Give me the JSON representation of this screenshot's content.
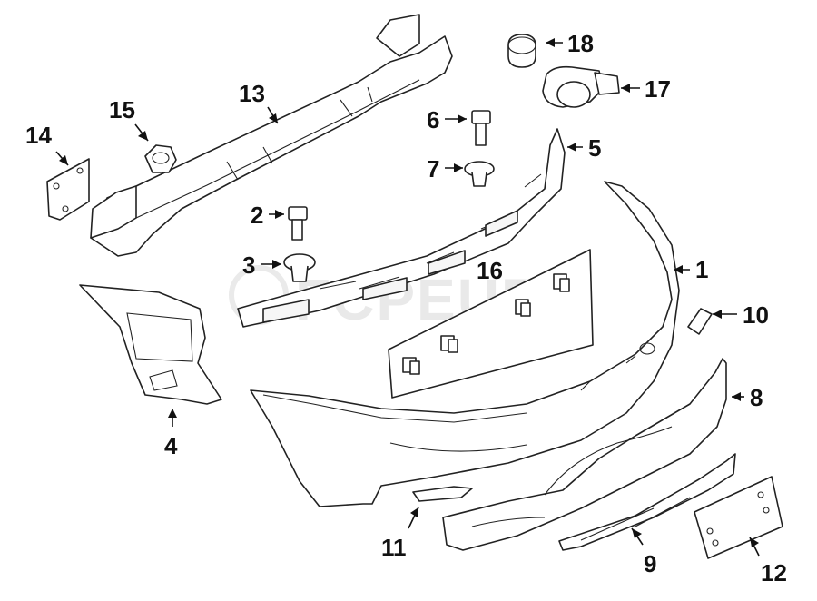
{
  "diagram": {
    "watermark": "FCPEURO",
    "callouts": [
      {
        "id": "1",
        "label": "1"
      },
      {
        "id": "2",
        "label": "2"
      },
      {
        "id": "3",
        "label": "3"
      },
      {
        "id": "4",
        "label": "4"
      },
      {
        "id": "5",
        "label": "5"
      },
      {
        "id": "6",
        "label": "6"
      },
      {
        "id": "7",
        "label": "7"
      },
      {
        "id": "8",
        "label": "8"
      },
      {
        "id": "9",
        "label": "9"
      },
      {
        "id": "10",
        "label": "10"
      },
      {
        "id": "11",
        "label": "11"
      },
      {
        "id": "12",
        "label": "12"
      },
      {
        "id": "13",
        "label": "13"
      },
      {
        "id": "14",
        "label": "14"
      },
      {
        "id": "15",
        "label": "15"
      },
      {
        "id": "16",
        "label": "16"
      },
      {
        "id": "17",
        "label": "17"
      },
      {
        "id": "18",
        "label": "18"
      }
    ]
  }
}
